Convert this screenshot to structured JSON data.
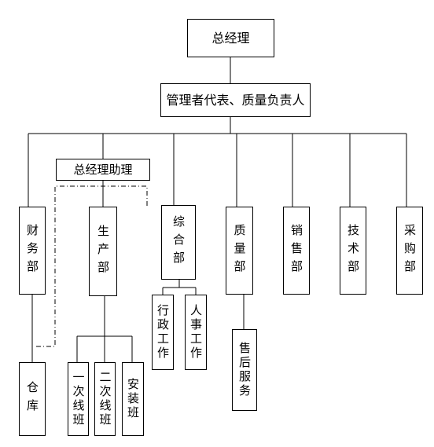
{
  "org": {
    "general_manager": "总经理",
    "management_rep": "管理者代表、质量负责人",
    "gm_assistant": "总经理助理",
    "finance": "财务部",
    "production": "生产部",
    "general_affairs": "综合部",
    "quality": "质量部",
    "sales": "销售部",
    "technology": "技术部",
    "purchasing": "采购部",
    "admin_work": "行政工作",
    "hr_work": "人事工作",
    "after_sales": "售后服务",
    "warehouse": "仓库",
    "line_one": "一次线班",
    "line_two": "二次线班",
    "install_team": "安装班"
  }
}
